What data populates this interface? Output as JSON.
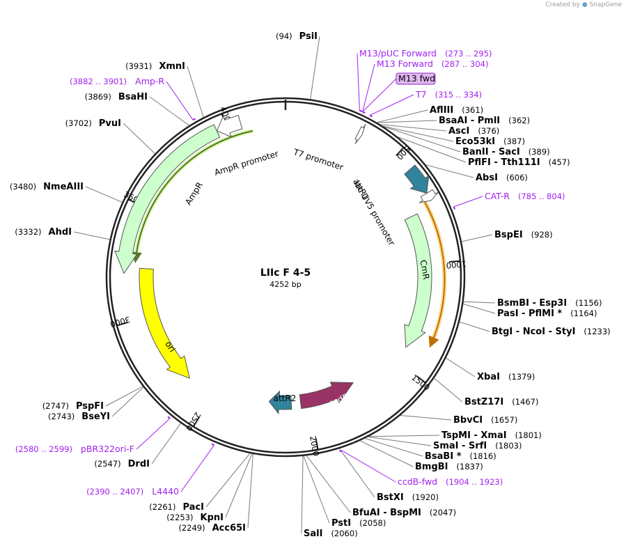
{
  "credit": {
    "created_by": "Created by",
    "brand": "SnapGene"
  },
  "plasmid": {
    "name": "LIIc F 4-5",
    "length_label": "4252 bp",
    "length": 4252
  },
  "ticks": [
    "500",
    "1000",
    "1500",
    "2000",
    "2500",
    "3000",
    "3500",
    "4000"
  ],
  "tick_values": [
    500,
    1000,
    1500,
    2000,
    2500,
    3000,
    3500,
    4000
  ],
  "colors": {
    "backbone": "#222222",
    "primer": "#a020f0",
    "label": "#000000",
    "orf": "#ccffcc",
    "ori": "#ffff00",
    "ccdB": "#993366",
    "att": "#31849b",
    "promoter": "#ffffff",
    "highlight": "#ffe0a0"
  },
  "features": [
    {
      "label": "AmpR",
      "start": 3205,
      "end": 3955,
      "color": "#ccffcc",
      "direction": "ccw",
      "r": 232
    },
    {
      "label": "AmpR promoter",
      "start": 3955,
      "end": 4060,
      "color": "#ffffff",
      "direction": "ccw",
      "r": 232
    },
    {
      "label": "T7 promoter",
      "start": 316,
      "end": 334,
      "color": "#ffffff",
      "direction": "cw",
      "r": 232
    },
    {
      "label": "attR1",
      "start": 580,
      "end": 700,
      "color": "#31849b",
      "direction": "cw",
      "r": 236
    },
    {
      "label": "lac UV5 promoter",
      "start": 700,
      "end": 735,
      "color": "#ffffff",
      "direction": "cw",
      "r": 236
    },
    {
      "label": "CmR",
      "start": 760,
      "end": 1420,
      "color": "#ccffcc",
      "direction": "cw",
      "r": 200
    },
    {
      "label": "ccdB",
      "start": 1740,
      "end": 2045,
      "color": "#993366",
      "direction": "ccw",
      "r": 180
    },
    {
      "label": "attR2",
      "start": 2095,
      "end": 2215,
      "color": "#31849b",
      "direction": "cw",
      "r": 180
    },
    {
      "label": "ori",
      "start": 2640,
      "end": 3230,
      "color": "#ffff00",
      "direction": "ccw",
      "r": 200
    }
  ],
  "primers": [
    {
      "name": "M13/pUC Forward",
      "range": "(273 .. 295)"
    },
    {
      "name": "M13 Forward",
      "range": "(287 .. 304)"
    },
    {
      "name": "M13 fwd",
      "boxed": true
    },
    {
      "name": "T7",
      "range": "(315 .. 334)"
    },
    {
      "name": "CAT-R",
      "range": "(785 .. 804)"
    },
    {
      "name": "ccdB-fwd",
      "range": "(1904 .. 1923)"
    },
    {
      "name": "pBR322ori-F",
      "range": "(2580 .. 2599)"
    },
    {
      "name": "L4440",
      "range": "(2390 .. 2407)"
    },
    {
      "name": "Amp-R",
      "range": "(3882 .. 3901)"
    }
  ],
  "sites": [
    {
      "names": "PsiI",
      "pos": "(94)"
    },
    {
      "names": "AflIII",
      "pos": "(361)"
    },
    {
      "names": "BsaAI - PmlI",
      "pos": "(362)"
    },
    {
      "names": "AscI",
      "pos": "(376)"
    },
    {
      "names": "Eco53kI",
      "pos": "(387)"
    },
    {
      "names": "BanII - SacI",
      "pos": "(389)"
    },
    {
      "names": "PflFI - Tth111I",
      "pos": "(457)"
    },
    {
      "names": "AbsI",
      "pos": "(606)"
    },
    {
      "names": "BspEI",
      "pos": "(928)"
    },
    {
      "names": "BsmBI - Esp3I",
      "pos": "(1156)"
    },
    {
      "names": "PasI - PflMI *",
      "pos": "(1164)"
    },
    {
      "names": "BtgI - NcoI - StyI",
      "pos": "(1233)"
    },
    {
      "names": "XbaI",
      "pos": "(1379)"
    },
    {
      "names": "BstZ17I",
      "pos": "(1467)"
    },
    {
      "names": "BbvCI",
      "pos": "(1657)"
    },
    {
      "names": "TspMI - XmaI",
      "pos": "(1801)"
    },
    {
      "names": "SmaI - SrfI",
      "pos": "(1803)"
    },
    {
      "names": "BsaBI *",
      "pos": "(1816)"
    },
    {
      "names": "BmgBI",
      "pos": "(1837)"
    },
    {
      "names": "BstXI",
      "pos": "(1920)"
    },
    {
      "names": "BfuAI - BspMI",
      "pos": "(2047)"
    },
    {
      "names": "PstI",
      "pos": "(2058)"
    },
    {
      "names": "SalI",
      "pos": "(2060)"
    },
    {
      "names": "Acc65I",
      "pos": "(2249)"
    },
    {
      "names": "KpnI",
      "pos": "(2253)"
    },
    {
      "names": "PacI",
      "pos": "(2261)"
    },
    {
      "names": "DrdI",
      "pos": "(2547)"
    },
    {
      "names": "BseYI",
      "pos": "(2743)"
    },
    {
      "names": "PspFI",
      "pos": "(2747)"
    },
    {
      "names": "AhdI",
      "pos": "(3332)"
    },
    {
      "names": "NmeAIII",
      "pos": "(3480)"
    },
    {
      "names": "PvuI",
      "pos": "(3702)"
    },
    {
      "names": "BsaHI",
      "pos": "(3869)"
    },
    {
      "names": "XmnI",
      "pos": "(3931)"
    }
  ]
}
